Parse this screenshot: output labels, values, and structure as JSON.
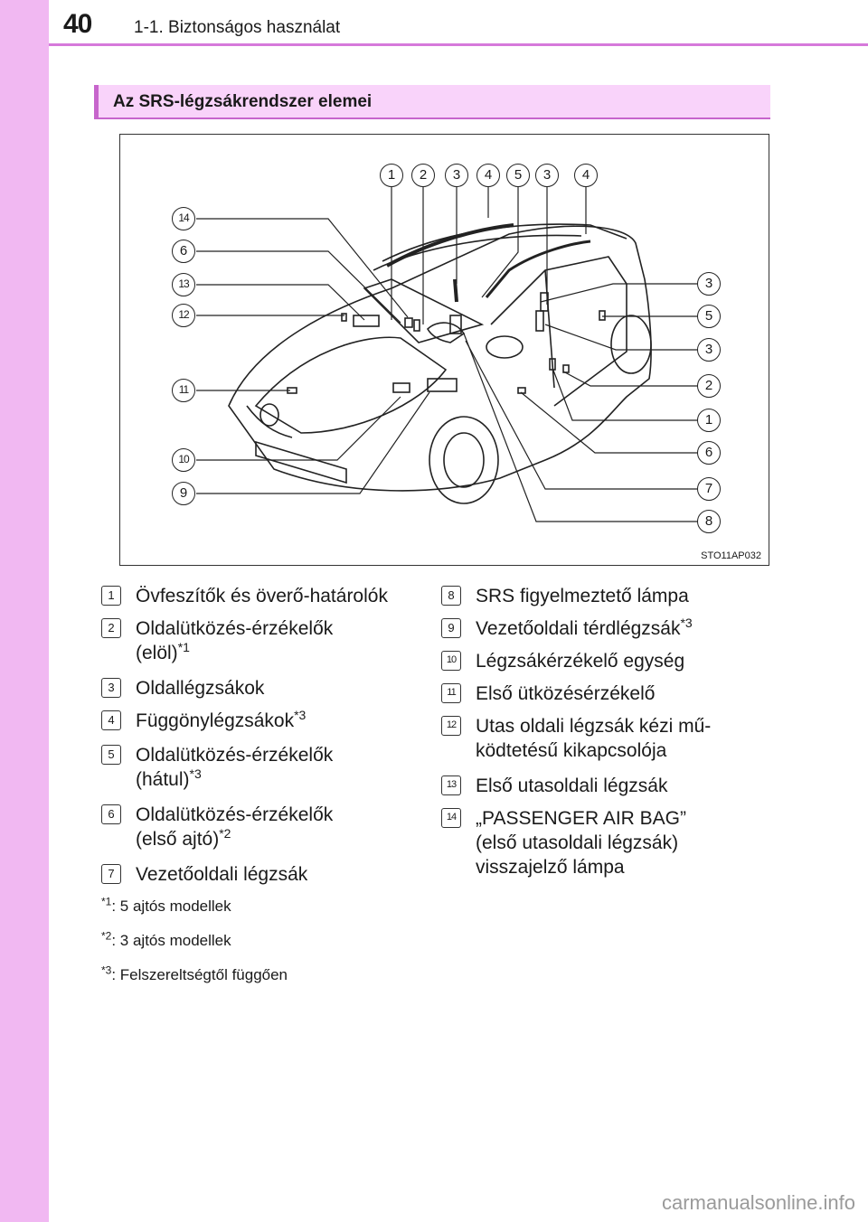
{
  "header": {
    "page_number": "40",
    "chapter": "1-1. Biztonságos használat"
  },
  "section": {
    "title": "Az SRS-légzsákrendszer elemei"
  },
  "figure": {
    "code": "STO11AP032",
    "top_callouts": [
      "1",
      "2",
      "3",
      "4",
      "5",
      "3",
      "4"
    ],
    "left_callouts": [
      "14",
      "6",
      "13",
      "12",
      "11",
      "10",
      "9"
    ],
    "right_callouts": [
      "3",
      "5",
      "3",
      "2",
      "1",
      "6",
      "7",
      "8"
    ]
  },
  "legend_left": [
    {
      "num": "1",
      "text": "Övfeszítők és överő-határolók",
      "sup": ""
    },
    {
      "num": "2",
      "text": "Oldalütközés-érzékelők (elöl)",
      "sup": "*1"
    },
    {
      "num": "3",
      "text": "Oldallégzsákok",
      "sup": ""
    },
    {
      "num": "4",
      "text": "Függönylégzsákok",
      "sup": "*3"
    },
    {
      "num": "5",
      "text": "Oldalütközés-érzékelők (hátul)",
      "sup": "*3"
    },
    {
      "num": "6",
      "text": "Oldalütközés-érzékelők (első ajtó)",
      "sup": "*2"
    },
    {
      "num": "7",
      "text": "Vezetőoldali légzsák",
      "sup": ""
    }
  ],
  "legend_right": [
    {
      "num": "8",
      "text": "SRS figyelmeztető lámpa",
      "sup": ""
    },
    {
      "num": "9",
      "text": "Vezetőoldali térdlégzsák",
      "sup": "*3"
    },
    {
      "num": "10",
      "text": "Légzsákérzékelő egység",
      "sup": ""
    },
    {
      "num": "11",
      "text": "Első ütközésérzékelő",
      "sup": ""
    },
    {
      "num": "12",
      "text": "Utas oldali légzsák kézi mű-ködtetésű kikapcsolója",
      "sup": ""
    },
    {
      "num": "13",
      "text": "Első utasoldali légzsák",
      "sup": ""
    },
    {
      "num": "14",
      "text": "„PASSENGER AIR BAG” (első utasoldali légzsák) visszajelző lámpa",
      "sup": ""
    }
  ],
  "footnotes": [
    {
      "mark": "*1",
      "text": ": 5 ajtós modellek"
    },
    {
      "mark": "*2",
      "text": ": 3 ajtós modellek"
    },
    {
      "mark": "*3",
      "text": ": Felszereltségtől függően"
    }
  ],
  "watermark": "carmanualsonline.info",
  "colors": {
    "stripe": "#f1b8f2",
    "section_bg": "#f9d3fa",
    "accent": "#c765cc"
  }
}
